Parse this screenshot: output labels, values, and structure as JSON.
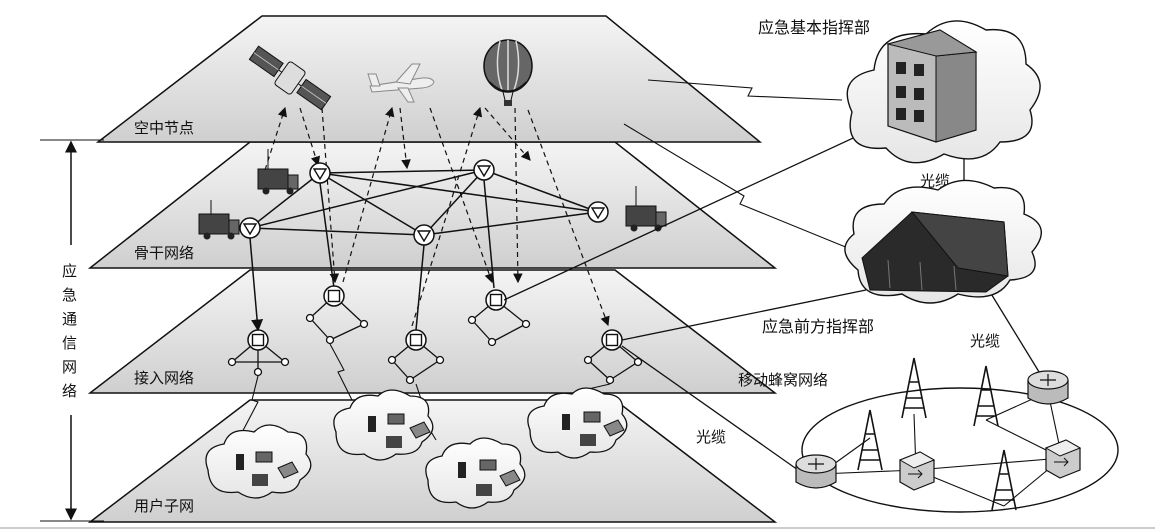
{
  "diagram": {
    "layers": {
      "air": "空中节点",
      "backbone": "骨干网络",
      "access": "接入网络",
      "user": "用户子网"
    },
    "side_label": [
      "应",
      "急",
      "通",
      "信",
      "网",
      "络"
    ],
    "right": {
      "basic_command": "应急基本指挥部",
      "front_command": "应急前方指挥部",
      "cellular": "移动蜂窝网络",
      "cable_1": "光缆",
      "cable_2": "光缆",
      "cable_3": "光缆"
    },
    "icons": {
      "satellite": "satellite-icon",
      "airplane": "airplane-icon",
      "balloon": "balloon-icon",
      "truck": "truck-icon",
      "building": "building-icon",
      "tent": "tent-icon",
      "tower": "tower-icon",
      "router": "router-icon",
      "switch": "switch-icon"
    },
    "colors": {
      "layer_fill": "#d9d9d9",
      "stroke": "#111111"
    }
  }
}
